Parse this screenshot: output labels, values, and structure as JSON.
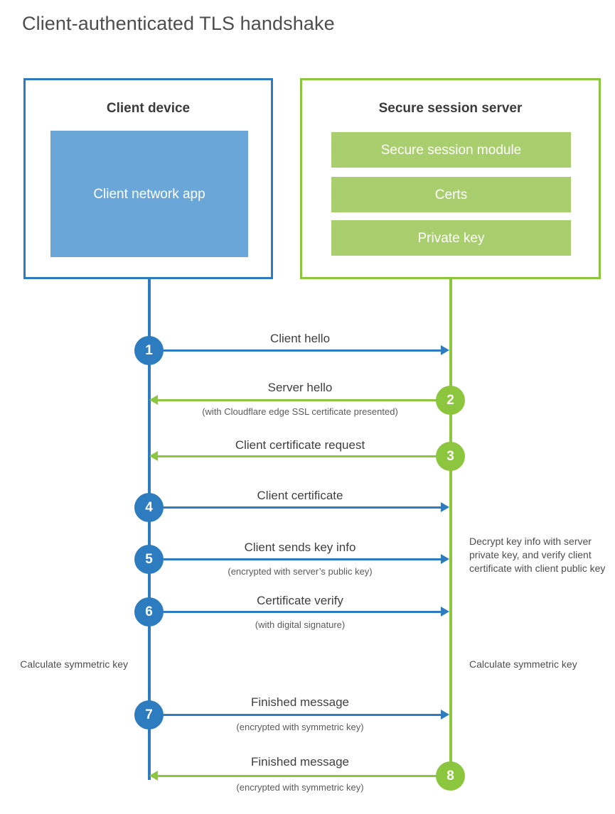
{
  "title": "Client-authenticated TLS handshake",
  "colors": {
    "client_blue": "#2d7cc0",
    "client_app_fill": "#6aa7d8",
    "server_green": "#8cc63e",
    "server_block_fill": "#a8ce6d",
    "text_dark": "#3a3a3a",
    "background": "#ffffff"
  },
  "parties": {
    "client": {
      "title": "Client device",
      "blocks": [
        {
          "label": "Client network app"
        }
      ]
    },
    "server": {
      "title": "Secure session server",
      "blocks": [
        {
          "label": "Secure session module"
        },
        {
          "label": "Certs"
        },
        {
          "label": "Private key"
        }
      ]
    }
  },
  "steps": [
    {
      "number": "1",
      "direction": "client-to-server",
      "color": "blue",
      "label": "Client hello",
      "sublabel": ""
    },
    {
      "number": "2",
      "direction": "server-to-client",
      "color": "green",
      "label": "Server hello",
      "sublabel": "(with Cloudflare edge SSL certificate presented)"
    },
    {
      "number": "3",
      "direction": "server-to-client",
      "color": "green",
      "label": "Client certificate request",
      "sublabel": ""
    },
    {
      "number": "4",
      "direction": "client-to-server",
      "color": "blue",
      "label": "Client certificate",
      "sublabel": ""
    },
    {
      "number": "5",
      "direction": "client-to-server",
      "color": "blue",
      "label": "Client sends key info",
      "sublabel": "(encrypted with server’s public key)"
    },
    {
      "number": "6",
      "direction": "client-to-server",
      "color": "blue",
      "label": "Certificate verify",
      "sublabel": "(with digital signature)"
    },
    {
      "number": "7",
      "direction": "client-to-server",
      "color": "blue",
      "label": "Finished message",
      "sublabel": "(encrypted with symmetric key)"
    },
    {
      "number": "8",
      "direction": "server-to-client",
      "color": "green",
      "label": "Finished message",
      "sublabel": "(encrypted with symmetric key)"
    }
  ],
  "notes": {
    "server_decrypt": "Decrypt key info with server private key, and verify client certificate with client public key",
    "client_calculate": "Calculate symmetric key",
    "server_calculate": "Calculate symmetric key"
  }
}
